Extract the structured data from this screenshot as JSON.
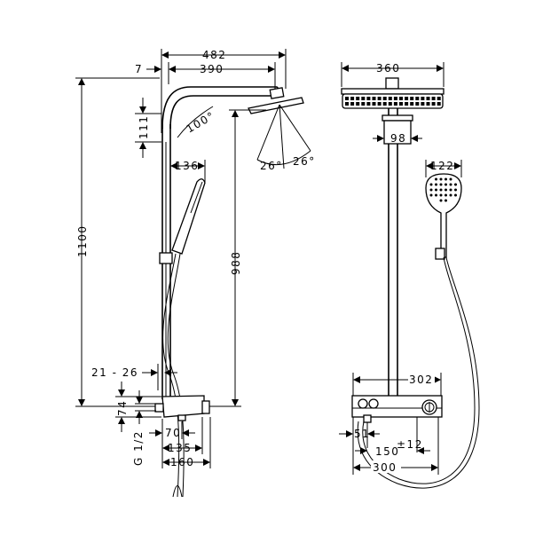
{
  "side_view": {
    "dim_total_width": "482",
    "dim_wall_offset": "7",
    "dim_arm_length": "390",
    "dim_total_height": "1100",
    "dim_arm_height": "111",
    "angle_arm": "100°",
    "angle_spray_left": "26°",
    "angle_spray_right": "26°",
    "dim_head_height": "988",
    "dim_handshower_projection": "136",
    "dim_wall_distance": "21 - 26",
    "dim_mixer_height": "74",
    "dim_connection": "G 1/2",
    "dim_outlet": "70",
    "dim_mixer_depth": "135",
    "dim_mixer_total_depth": "160"
  },
  "front_view": {
    "dim_head_width": "360",
    "dim_connector_width": "98",
    "dim_handshower_width": "122",
    "dim_mixer_width": "302",
    "dim_inlet_offset": "51",
    "dim_inlet_spacing": "150",
    "dim_inlet_tolerance": "±12",
    "dim_centers": "300"
  }
}
